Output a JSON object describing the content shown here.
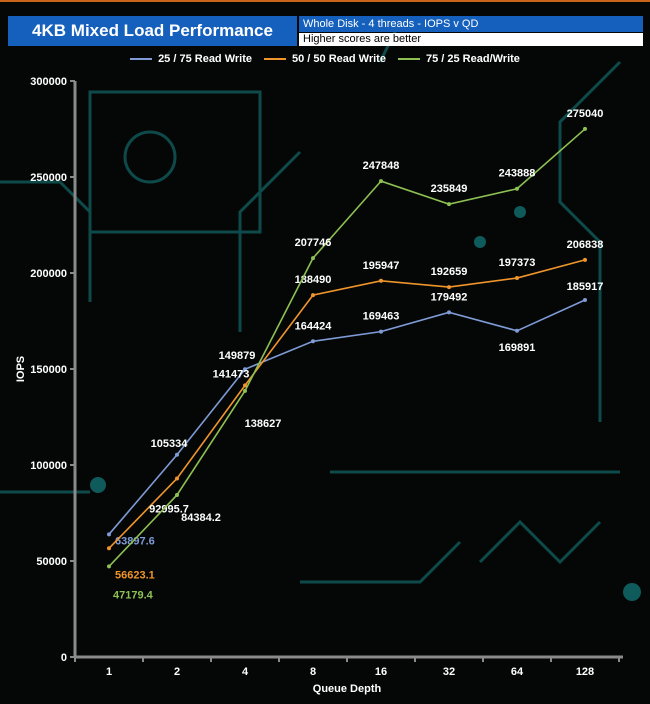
{
  "header": {
    "title": "4KB Mixed Load Performance",
    "subtitle": "Whole Disk - 4 threads - IOPS v QD",
    "note": "Higher scores are better"
  },
  "chart_data": {
    "type": "line",
    "title": "4KB Mixed Load Performance",
    "xlabel": "Queue Depth",
    "ylabel": "IOPS",
    "categories": [
      "1",
      "2",
      "4",
      "8",
      "16",
      "32",
      "64",
      "128"
    ],
    "ylim": [
      0,
      300000
    ],
    "yticks": [
      "0",
      "50000",
      "100000",
      "150000",
      "200000",
      "250000",
      "300000"
    ],
    "legend_position": "top",
    "series": [
      {
        "name": "25 / 75 Read Write",
        "color": "#7f9bd6",
        "values": [
          63897.6,
          105334,
          149879,
          164424,
          169463,
          179492,
          169891,
          185917
        ],
        "labels": [
          "63897.6",
          "105334",
          "149879",
          "164424",
          "169463",
          "179492",
          "169891",
          "185917"
        ]
      },
      {
        "name": "50 / 50 Read Write",
        "color": "#f0952b",
        "values": [
          56623.1,
          92995.7,
          141473,
          188490,
          195947,
          192659,
          197373,
          206838
        ],
        "labels": [
          "56623.1",
          "92995.7",
          "141473",
          "188490",
          "195947",
          "192659",
          "197373",
          "206838"
        ]
      },
      {
        "name": "75 / 25 Read/Write",
        "color": "#8dc152",
        "values": [
          47179.4,
          84384.2,
          138627,
          207746,
          247848,
          235849,
          243888,
          275040
        ],
        "labels": [
          "47179.4",
          "84384.2",
          "138627",
          "207746",
          "247848",
          "235849",
          "243888",
          "275040"
        ]
      }
    ]
  }
}
